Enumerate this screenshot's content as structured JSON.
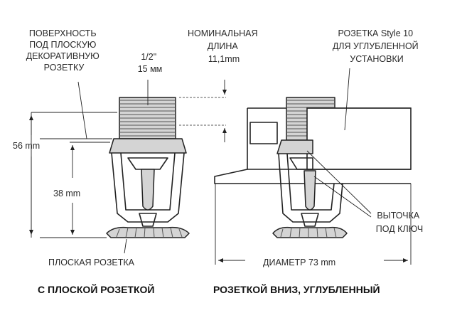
{
  "labels": {
    "flat_surface": [
      "ПОВЕРХНОСТЬ",
      "ПОД ПЛОСКУЮ",
      "ДЕКОРАТИВНУЮ",
      "РОЗЕТКУ"
    ],
    "thread_size": [
      "1/2\"",
      "15 мм"
    ],
    "nominal_length": [
      "НОМИНАЛЬНАЯ",
      "ДЛИНА",
      "11,1mm"
    ],
    "escutcheon": [
      "РОЗЕТКА Style 10",
      "ДЛЯ УГЛУБЛЕННОЙ",
      "УСТАНОВКИ"
    ],
    "height_total": "56 mm",
    "height_partial": "38 mm",
    "wrench_flat": [
      "ВЫТОЧКА",
      "ПОД КЛЮЧ"
    ],
    "flat_rosette": "ПЛОСКАЯ РОЗЕТКА",
    "diameter": "ДИАМЕТР 73 mm"
  },
  "captions": {
    "left": "С ПЛОСКОЙ РОЗЕТКОЙ",
    "right": "РОЗЕТКОЙ ВНИЗ, УГЛУБЛЕННЫЙ"
  }
}
